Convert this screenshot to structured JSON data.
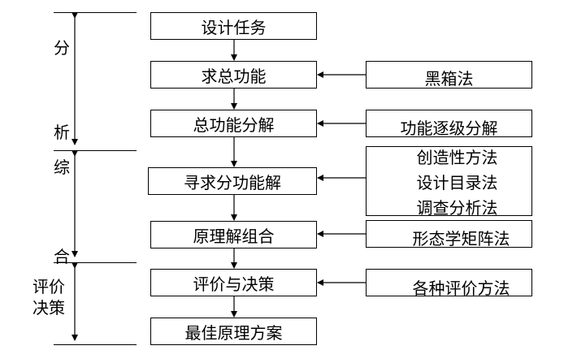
{
  "phases": {
    "analysis_top": "分",
    "analysis_bottom": "析",
    "synthesis_top": "综",
    "synthesis_bottom": "合",
    "evaluation": "评价\n决策"
  },
  "steps": [
    {
      "label": "设计任务"
    },
    {
      "label": "求总功能"
    },
    {
      "label": "总功能分解"
    },
    {
      "label": "寻求分功能解"
    },
    {
      "label": "原理解组合"
    },
    {
      "label": "评价与决策"
    },
    {
      "label": "最佳原理方案"
    }
  ],
  "methods": [
    {
      "label": "黑箱法"
    },
    {
      "label": "功能逐级分解"
    },
    {
      "label": "创造性方法\n设计目录法\n调查分析法"
    },
    {
      "label": "形态学矩阵法"
    },
    {
      "label": "各种评价方法"
    }
  ]
}
